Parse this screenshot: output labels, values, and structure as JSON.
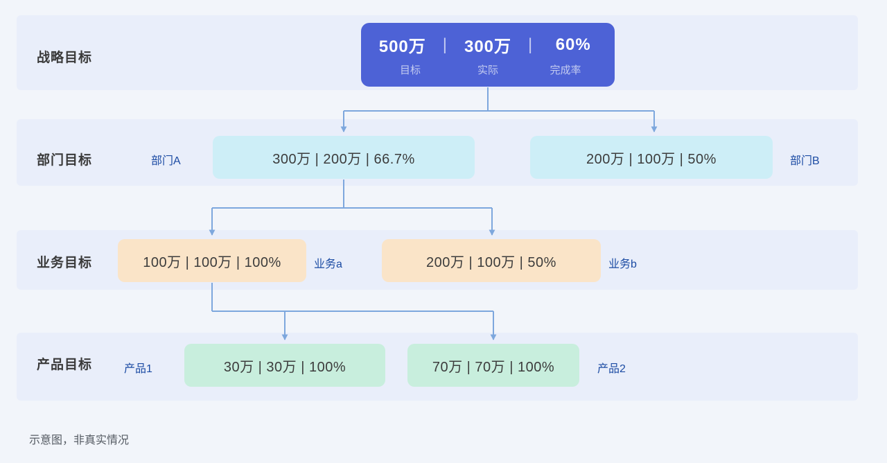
{
  "diagram": {
    "footer_note": "示意图，非真实情况",
    "colors": {
      "background": "#f2f5fa",
      "band": "#e9eefa",
      "root_box": "#4d62d6",
      "dept_box": "#cdeef7",
      "biz_box": "#fae4c8",
      "prod_box": "#c8eedd",
      "connector": "#7da7dd",
      "side_label": "#1b4ba3",
      "row_title": "#3a3a3a"
    },
    "rows": [
      {
        "title": "战略目标"
      },
      {
        "title": "部门目标"
      },
      {
        "title": "业务目标"
      },
      {
        "title": "产品目标"
      }
    ],
    "root": {
      "values": [
        "500万",
        "300万",
        "60%"
      ],
      "separator": "|",
      "labels": [
        "目标",
        "实际",
        "完成率"
      ]
    },
    "departments": [
      {
        "side_label": "部门A",
        "text": "300万 | 200万 | 66.7%",
        "target": "300万",
        "actual": "200万",
        "rate": "66.7%"
      },
      {
        "side_label": "部门B",
        "text": "200万 | 100万 | 50%",
        "target": "200万",
        "actual": "100万",
        "rate": "50%"
      }
    ],
    "businesses": [
      {
        "side_label": "业务a",
        "text": "100万 | 100万 | 100%",
        "target": "100万",
        "actual": "100万",
        "rate": "100%"
      },
      {
        "side_label": "业务b",
        "text": "200万 | 100万 | 50%",
        "target": "200万",
        "actual": "100万",
        "rate": "50%"
      }
    ],
    "products": [
      {
        "side_label": "产品1",
        "text": "30万 | 30万 | 100%",
        "target": "30万",
        "actual": "30万",
        "rate": "100%"
      },
      {
        "side_label": "产品2",
        "text": "70万 | 70万 | 100%",
        "target": "70万",
        "actual": "70万",
        "rate": "100%"
      }
    ]
  }
}
